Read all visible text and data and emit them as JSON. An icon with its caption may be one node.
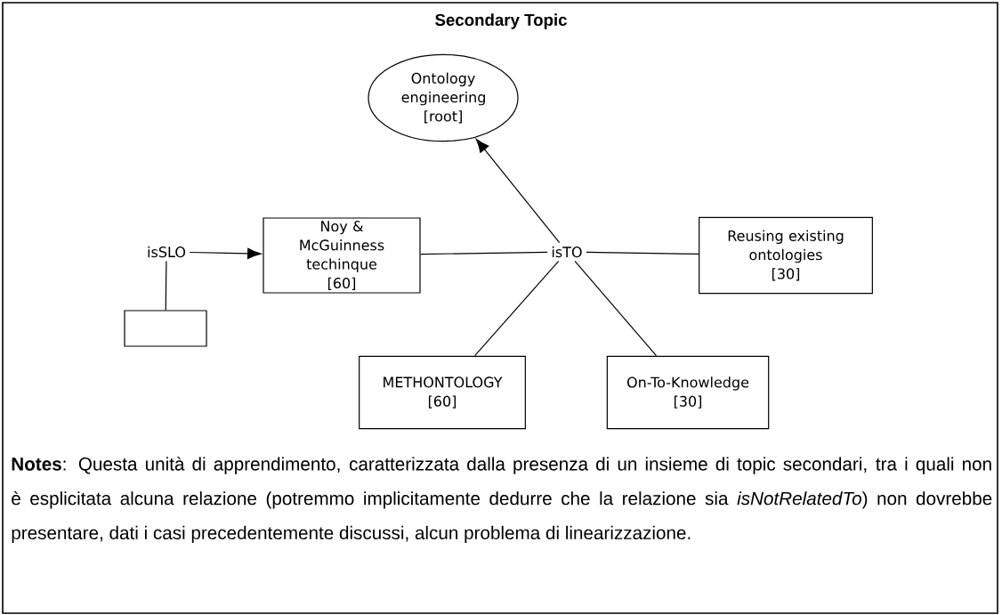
{
  "diagram": {
    "title": "Secondary Topic",
    "nodes": [
      {
        "text": [
          "Ontology engineering",
          "[root]"
        ]
      },
      {
        "text": [
          "isSLO"
        ]
      },
      {
        "text": [
          "Noy & McGuinness techinque",
          "[60]"
        ]
      },
      {
        "text": [
          "isTO"
        ]
      },
      {
        "text": [
          "Reusing existing ontologies",
          "[30]"
        ]
      },
      {
        "text": [],
        "shape": "box"
      },
      {
        "text": [
          "METHONTOLOGY",
          "[60]"
        ]
      },
      {
        "text": [
          "On-To-Knowledge",
          "[30]"
        ]
      }
    ],
    "edges": [
      {
        "from": 1,
        "to": 2,
        "arrow": "to"
      },
      {
        "from": 5,
        "to": 1,
        "arrow": "none"
      },
      {
        "from": 2,
        "to": 3,
        "arrow": "none"
      },
      {
        "from": 3,
        "to": 4,
        "arrow": "none"
      },
      {
        "from": 3,
        "to": 0,
        "arrow": "to"
      },
      {
        "from": 3,
        "to": 6,
        "arrow": "none"
      },
      {
        "from": 3,
        "to": 7,
        "arrow": "none"
      }
    ],
    "labels": [
      "**Notes**: Questa unità di apprendimento, caratterizzata dalla presenza di un insieme di topic secondari, tra i quali non è esplicitata alcuna relazione (potremmo implicitamente dedurre che la relazione sia *isNotRelatedTo*) non dovrebbe presentare, dati i casi precedentemente discussi, alcun problema di linearizzazione."
    ]
  }
}
